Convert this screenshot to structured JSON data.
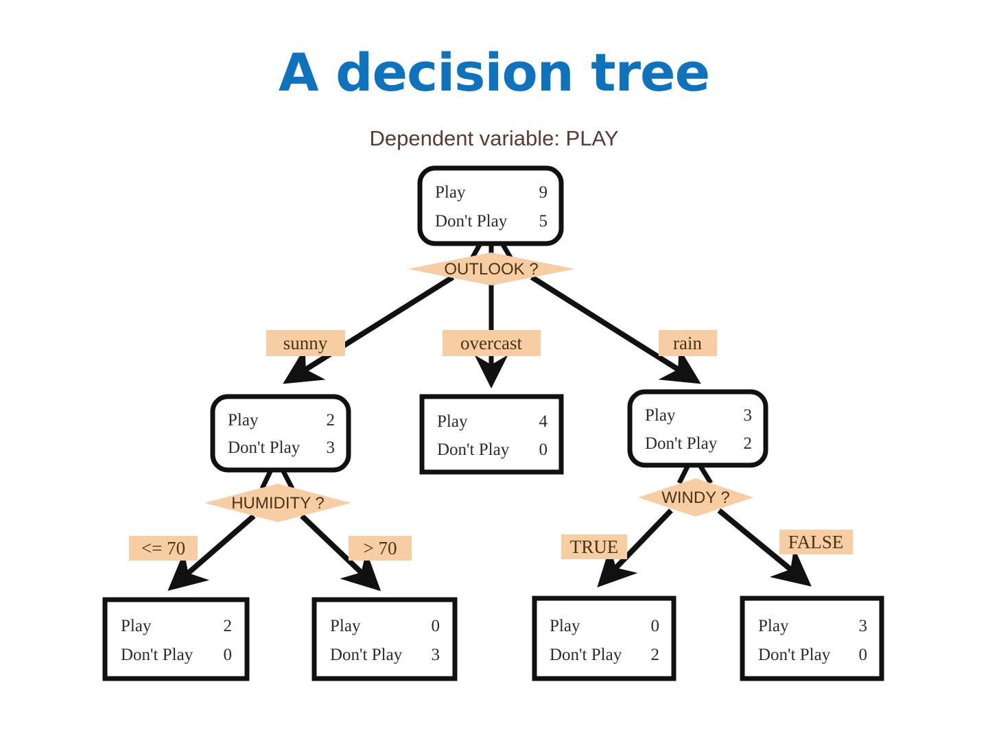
{
  "slide": {
    "title": "A decision tree",
    "subtitle": "Dependent variable: PLAY",
    "title_color": "#0E72BC",
    "subtitle_color": "#5A3A34",
    "accent_color": "#F7CDA4",
    "accent_text_color": "#4A3314",
    "stroke_color": "#111111",
    "background": "#ffffff"
  },
  "chart_data": {
    "type": "diagram",
    "diagram_kind": "decision-tree",
    "title": "A decision tree",
    "subtitle": "Dependent variable: PLAY",
    "target_variable": "PLAY",
    "row_labels": [
      "Play",
      "Don't Play"
    ],
    "nodes": [
      {
        "id": "root",
        "shape": "rounded-box",
        "play": 9,
        "dont_play": 5,
        "split_on": "OUTLOOK ?"
      },
      {
        "id": "sunny",
        "shape": "rounded-box",
        "play": 2,
        "dont_play": 3,
        "split_on": "HUMIDITY ?",
        "incoming_edge": "sunny"
      },
      {
        "id": "overcast",
        "shape": "box",
        "play": 4,
        "dont_play": 0,
        "split_on": null,
        "incoming_edge": "overcast"
      },
      {
        "id": "rain",
        "shape": "rounded-box",
        "play": 3,
        "dont_play": 2,
        "split_on": "WINDY ?",
        "incoming_edge": "rain"
      },
      {
        "id": "humidity-le-70",
        "shape": "box",
        "play": 2,
        "dont_play": 0,
        "split_on": null,
        "incoming_edge": "<= 70"
      },
      {
        "id": "humidity-gt-70",
        "shape": "box",
        "play": 0,
        "dont_play": 3,
        "split_on": null,
        "incoming_edge": "> 70"
      },
      {
        "id": "windy-true",
        "shape": "box",
        "play": 0,
        "dont_play": 2,
        "split_on": null,
        "incoming_edge": "TRUE"
      },
      {
        "id": "windy-false",
        "shape": "box",
        "play": 3,
        "dont_play": 0,
        "split_on": null,
        "incoming_edge": "FALSE"
      }
    ],
    "edges": [
      {
        "from": "root",
        "to": "sunny",
        "label": "sunny"
      },
      {
        "from": "root",
        "to": "overcast",
        "label": "overcast"
      },
      {
        "from": "root",
        "to": "rain",
        "label": "rain"
      },
      {
        "from": "sunny",
        "to": "humidity-le-70",
        "label": "<= 70"
      },
      {
        "from": "sunny",
        "to": "humidity-gt-70",
        "label": "> 70"
      },
      {
        "from": "rain",
        "to": "windy-true",
        "label": "TRUE"
      },
      {
        "from": "rain",
        "to": "windy-false",
        "label": "FALSE"
      }
    ]
  },
  "tree": {
    "root": {
      "play_label": "Play",
      "play_value": "9",
      "dont_label": "Don't Play",
      "dont_value": "5",
      "decision": "OUTLOOK ?"
    },
    "sunny_node": {
      "play_label": "Play",
      "play_value": "2",
      "dont_label": "Don't Play",
      "dont_value": "3",
      "decision": "HUMIDITY ?"
    },
    "overcast_node": {
      "play_label": "Play",
      "play_value": "4",
      "dont_label": "Don't Play",
      "dont_value": "0"
    },
    "rain_node": {
      "play_label": "Play",
      "play_value": "3",
      "dont_label": "Don't Play",
      "dont_value": "2",
      "decision": "WINDY ?"
    },
    "leaf_le70": {
      "play_label": "Play",
      "play_value": "2",
      "dont_label": "Don't Play",
      "dont_value": "0"
    },
    "leaf_gt70": {
      "play_label": "Play",
      "play_value": "0",
      "dont_label": "Don't Play",
      "dont_value": "3"
    },
    "leaf_true": {
      "play_label": "Play",
      "play_value": "0",
      "dont_label": "Don't Play",
      "dont_value": "2"
    },
    "leaf_false": {
      "play_label": "Play",
      "play_value": "3",
      "dont_label": "Don't Play",
      "dont_value": "0"
    },
    "edge_labels": {
      "sunny": "sunny",
      "overcast": "overcast",
      "rain": "rain",
      "le70": "<= 70",
      "gt70": "> 70",
      "windy_true": "TRUE",
      "windy_false": "FALSE"
    }
  }
}
